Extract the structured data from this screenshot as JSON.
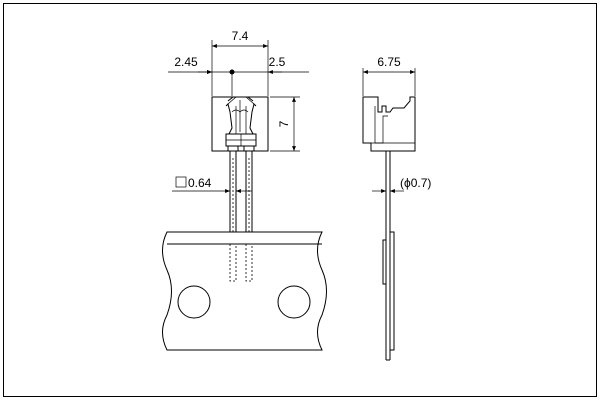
{
  "dimensions": {
    "top_width": "7.4",
    "left_pitch": "2.45",
    "right_pitch": "2.5",
    "height": "7",
    "lead_square": "0.64",
    "side_depth": "6.75",
    "lead_diameter": "(ϕ0.7)"
  }
}
